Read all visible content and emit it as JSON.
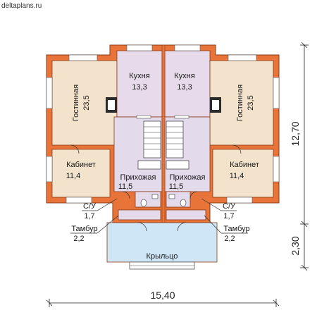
{
  "site": "deltaplans.ru",
  "colors": {
    "wall": "#e8743a",
    "wall_stroke": "#8a3a14",
    "living": "#f3e3cc",
    "kitchen": "#e7daea",
    "hall": "#e3daec",
    "porch": "#cfe6f6",
    "window": "#ffffff"
  },
  "rooms": {
    "living_left": {
      "name": "Гостинная",
      "area": "23,5"
    },
    "living_right": {
      "name": "Гостинная",
      "area": "23,5"
    },
    "kitchen_left": {
      "name": "Кухня",
      "area": "13,3"
    },
    "kitchen_right": {
      "name": "Кухня",
      "area": "13,3"
    },
    "study_left": {
      "name": "Кабинет",
      "area": "11,4"
    },
    "study_right": {
      "name": "Кабинет",
      "area": "11,4"
    },
    "hall_left": {
      "name": "Прихожая",
      "area": "11,5"
    },
    "hall_right": {
      "name": "Прихожая",
      "area": "11,5"
    },
    "wc_left": {
      "name": "С/У",
      "area": "1,7"
    },
    "wc_right": {
      "name": "С/У",
      "area": "1,7"
    },
    "vestibule_left": {
      "name": "Тамбур",
      "area": "2,2"
    },
    "vestibule_right": {
      "name": "Тамбур",
      "area": "2,2"
    },
    "porch": {
      "name": "Крыльцо"
    }
  },
  "dimensions": {
    "width": "15,40",
    "depth_house": "12,70",
    "depth_porch": "2,30"
  }
}
